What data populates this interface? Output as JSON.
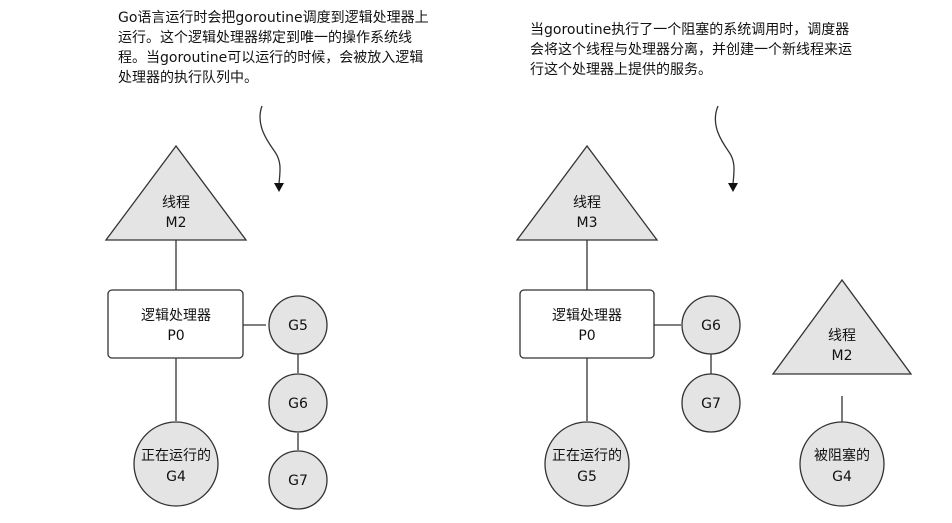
{
  "left": {
    "note": "Go语言运行时会把goroutine调度到逻辑处理器上运行。这个逻辑处理器绑定到唯一的操作系统线程。当goroutine可以运行的时候，会被放入逻辑处理器的执行队列中。",
    "thread": {
      "line1": "线程",
      "line2": "M2"
    },
    "processor": {
      "line1": "逻辑处理器",
      "line2": "P0"
    },
    "running": {
      "line1": "正在运行的",
      "line2": "G4"
    },
    "queue": [
      "G5",
      "G6",
      "G7"
    ]
  },
  "right": {
    "note": "当goroutine执行了一个阻塞的系统调用时，调度器会将这个线程与处理器分离，并创建一个新线程来运行这个处理器上提供的服务。",
    "thread": {
      "line1": "线程",
      "line2": "M3"
    },
    "processor": {
      "line1": "逻辑处理器",
      "line2": "P0"
    },
    "running": {
      "line1": "正在运行的",
      "line2": "G5"
    },
    "queue": [
      "G6",
      "G7"
    ],
    "blocked_thread": {
      "line1": "线程",
      "line2": "M2"
    },
    "blocked": {
      "line1": "被阻塞的",
      "line2": "G4"
    }
  }
}
